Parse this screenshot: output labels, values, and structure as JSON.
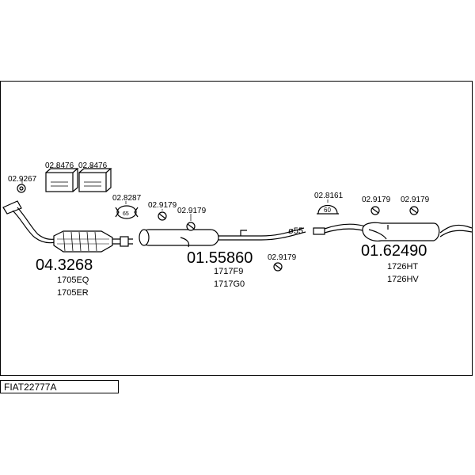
{
  "diagram_code": "FIAT22777A",
  "groups": [
    {
      "main": "04.3268",
      "subs": [
        "1705EQ",
        "1705ER"
      ]
    },
    {
      "main": "01.55860",
      "subs": [
        "1717F9",
        "1717G0"
      ]
    },
    {
      "main": "01.62490",
      "subs": [
        "1726HT",
        "1726HV"
      ]
    }
  ],
  "parts": {
    "gasket_front": "02.9267",
    "clamp_kit_1": "02.8476",
    "clamp_kit_2": "02.8476",
    "mount_ring": "02.8287",
    "mount_ring_label": "65",
    "rubber_a": "02.9179",
    "rubber_b": "02.9179",
    "rubber_c": "02.9179",
    "rubber_d": "02.9179",
    "rubber_e": "02.9179",
    "mount_rear": "02.8161",
    "mount_rear_label": "60"
  },
  "pipe_note": "ø55"
}
